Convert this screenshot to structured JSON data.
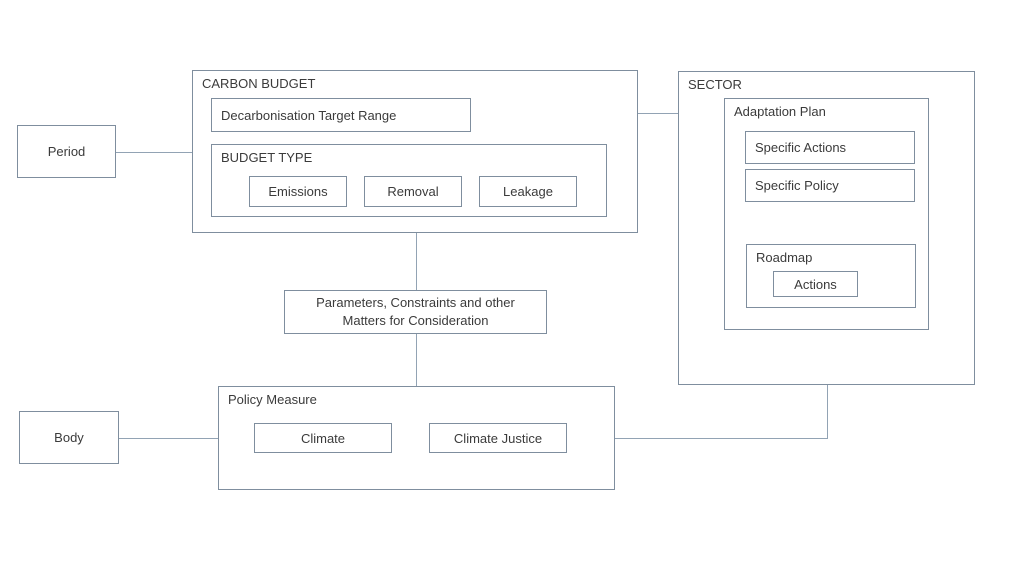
{
  "diagram": {
    "period_label": "Period",
    "body_label": "Body",
    "carbon_budget": {
      "title": "CARBON BUDGET",
      "decarbonisation_label": "Decarbonisation Target Range",
      "budget_type": {
        "title": "BUDGET TYPE",
        "items": [
          "Emissions",
          "Removal",
          "Leakage"
        ]
      }
    },
    "parameters": {
      "line1": "Parameters, Constraints and other",
      "line2": "Matters for Consideration"
    },
    "policy_measure": {
      "title": "Policy Measure",
      "items": [
        "Climate",
        "Climate Justice"
      ]
    },
    "sector": {
      "title": "SECTOR",
      "adaptation_plan": {
        "title": "Adaptation Plan",
        "specific_actions_label": "Specific Actions",
        "specific_policy_label": "Specific Policy",
        "roadmap": {
          "title": "Roadmap",
          "actions_label": "Actions"
        }
      }
    },
    "colors": {
      "border": "#7f8e9e",
      "connector": "#92a3b4",
      "text": "#3b3b3b",
      "background": "#ffffff"
    }
  }
}
